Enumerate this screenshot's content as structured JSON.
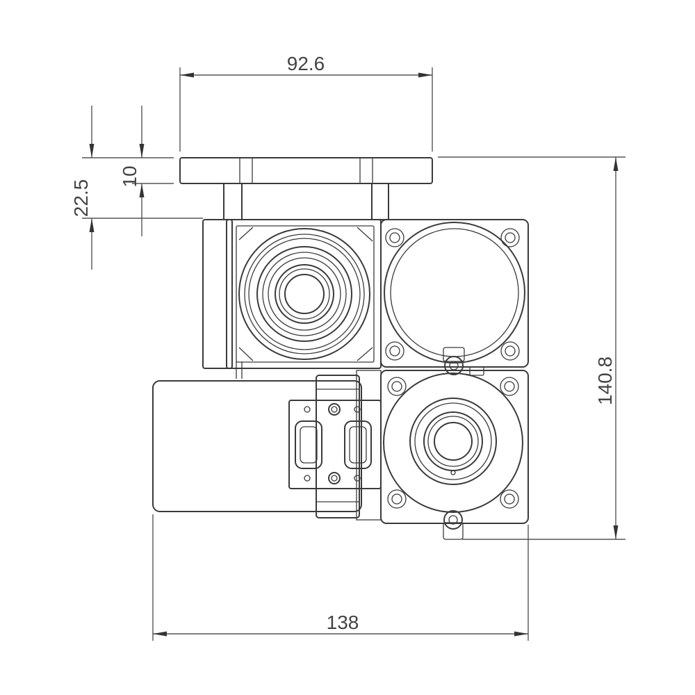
{
  "dimensions": {
    "top_width": "92.6",
    "flange_thickness": "10",
    "flange_offset": "22.5",
    "total_height": "140.8",
    "total_width": "138"
  },
  "colors": {
    "line": "#3a3a3a",
    "arrow": "#333333",
    "arrow_accent": "#2a3f8f",
    "text": "#444444"
  }
}
